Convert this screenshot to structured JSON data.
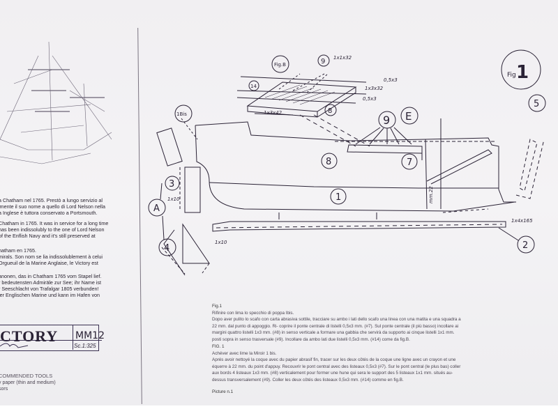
{
  "left_column": {
    "italian": [
      "a Chatham nel 1765. Prestò a lungo servizio al",
      "lmente il suo nome a quello di Lord Nelson nella",
      "a Inglese è tuttora conservato a Portsmouth."
    ],
    "english": [
      "Chatham in 1765. It was in service for a long time",
      "has been indissolubly to the one of Lord Nelson",
      "of the Enflish Navy and it's still preserved at"
    ],
    "french": [
      "hatham en 1765.",
      "mirals. Son nom se lia indissolublement à celui",
      "Orgueuil de la Marine Anglaise, le Victory est"
    ],
    "german": [
      "anonen, das in Chatham 1765 vom Stapel lief.",
      "r bedeutensten Admiräle zur See; ihr Name ist",
      "r Seeschlacht von Trafalgar 1805 verbunden!",
      "ler Englischen Marine und kann im Hafen von"
    ],
    "title": "CTORY",
    "code": "MM12",
    "scale": "Sc.1:325",
    "tools_heading": "COMMENDED TOOLS",
    "tools_items": [
      "y paper (thin and medium)",
      "sors"
    ]
  },
  "diagram": {
    "fig_label": "Fig",
    "fig_number": "1",
    "fig_b": "Fig.B",
    "labels": {
      "n1": "1",
      "n1bis": "1Bis",
      "n2": "2",
      "n3": "3",
      "n4": "4",
      "n5": "5",
      "n7": "7",
      "n8a": "8",
      "n8b": "8",
      "n9a": "9",
      "n9b": "9",
      "n14": "14",
      "A": "A",
      "E": "E"
    },
    "dims": {
      "d1": "1x1x32",
      "d2": "0,5x3",
      "d3": "1x3x32",
      "d4": "0,5x3",
      "d5": "1x3x42",
      "d6": "1x10",
      "d7": "1x10",
      "d8": "1x4x165",
      "d9": "mm.22"
    }
  },
  "instructions": {
    "it_heading": "Fig.1",
    "it_lines": [
      "Rifinire con lima lo specchio di poppa Ibis.",
      "Dopo aver pulito lo scafo con carta abrasiva sottile, tracciare su ambo i lati dello scafo una linea con una matita e una squadra a",
      "22 mm. dal punto di appoggio. Ri- coprire il ponte centrale di listelli 0,5x3 mm. (#7). Sul ponte centrale (il più basso) incollare ai",
      "margini quattro listelli 1x3 mm. (#8) in senso verticale a formare una gabbia che servirà da supporto ai cinque listelli 1x1 mm.",
      "posti sopra in senso trasversale (#9). Incollare da ambo lati due listelli 0,5x3 mm. (#14) come da fig.B."
    ],
    "fr_heading": "FIG. 1",
    "fr_lines": [
      "Achéver avec lime la Miroir 1 bis.",
      "Aprés avoir nettoyé la coque avec du papier abrasif fin, tracer sur les deux côtés de la coque une ligne avec un crayon et une",
      "équerre à 22 mm. du point d'appuy. Recouvrir le pont central avec des listeaux 0,5x3 (#7). Sur le pont central (le plus bas) coller",
      "aux bords 4 listeaux 1x3 mm. (#8) verticalement pour former une hune qui sera le support des 5 listeaux 1x1 mm. situés au-",
      "dessus transversalement (#9). Coller les deux côtés des listeaux 0,5x3 mm. (#14) comme en fig.B."
    ],
    "en_heading": "Picture n.1"
  }
}
